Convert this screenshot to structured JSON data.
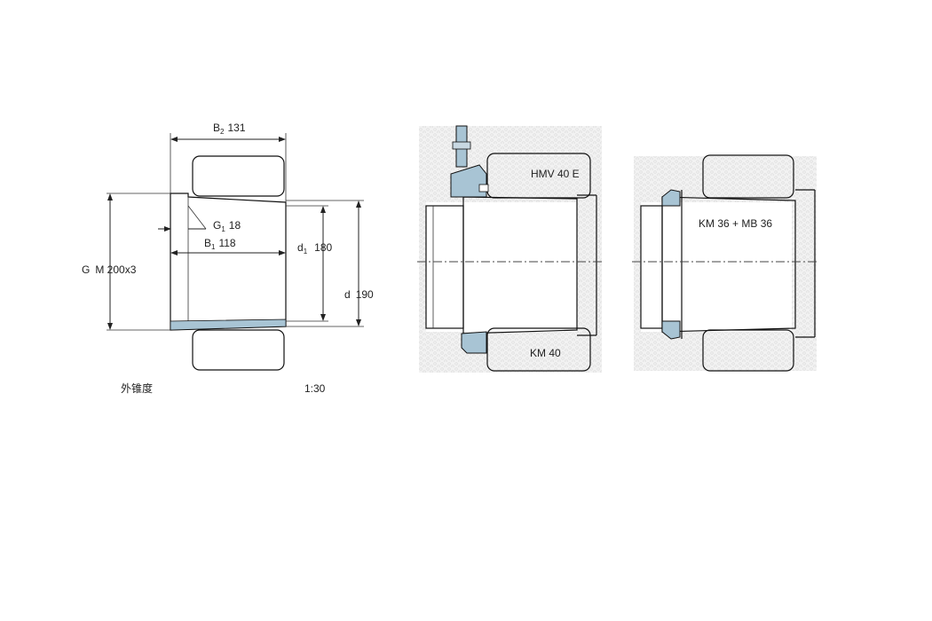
{
  "dimensions": {
    "b2": {
      "symbol": "B",
      "sub": "2",
      "value": "131"
    },
    "g1": {
      "symbol": "G",
      "sub": "1",
      "value": "18"
    },
    "b1": {
      "symbol": "B",
      "sub": "1",
      "value": "118"
    },
    "d1": {
      "symbol": "d",
      "sub": "1",
      "value": "180"
    },
    "d": {
      "symbol": "d",
      "value": "190"
    },
    "g": {
      "symbol": "G",
      "value": "M 200x3"
    }
  },
  "footer": {
    "taper_label": "外锥度",
    "taper_ratio": "1:30"
  },
  "assemblies": {
    "middle_top": "HMV 40 E",
    "middle_bottom": "KM 40",
    "right": "KM 36 + MB 36"
  },
  "colors": {
    "accent": "#a8c4d4",
    "line": "#111111",
    "shade": "#e8e8e8"
  }
}
